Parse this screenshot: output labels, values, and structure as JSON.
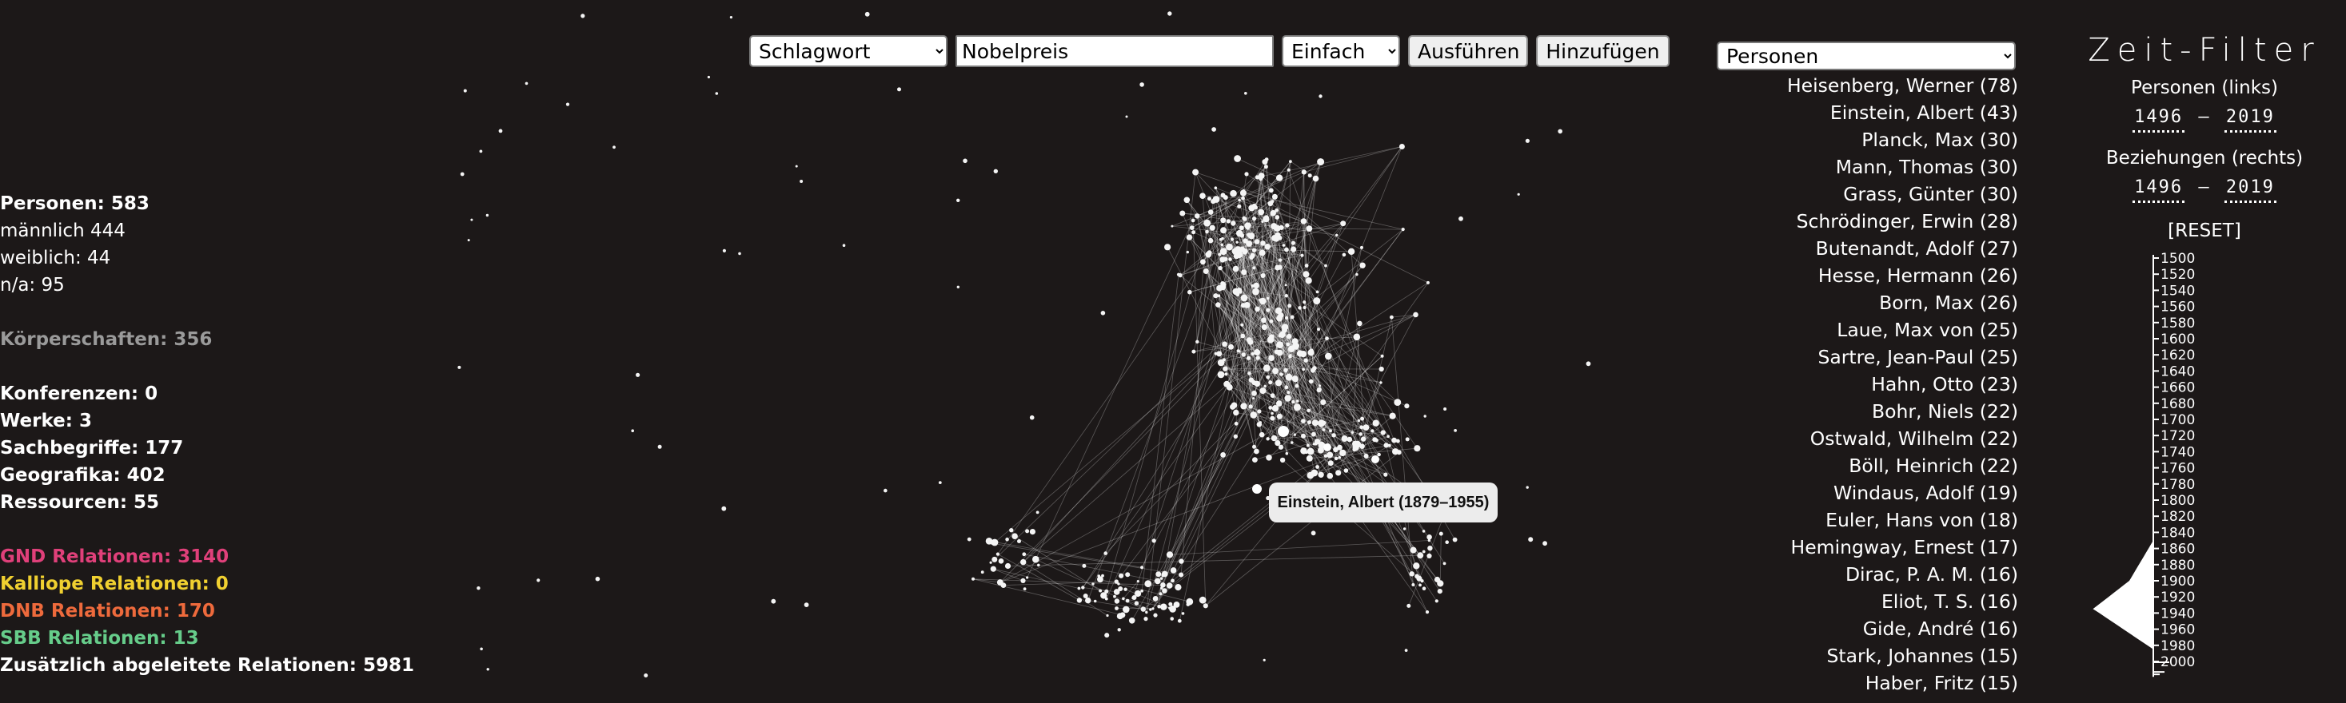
{
  "stats": {
    "personen": "Personen: 583",
    "maennlich": "männlich 444",
    "weiblich": "weiblich: 44",
    "na": "n/a: 95",
    "koerperschaften": "Körperschaften: 356",
    "konferenzen": "Konferenzen: 0",
    "werke": "Werke: 3",
    "sachbegriffe": "Sachbegriffe: 177",
    "geografika": "Geografika: 402",
    "ressourcen": "Ressourcen: 55",
    "gnd": "GND Relationen: 3140",
    "kalliope": "Kalliope Relationen: 0",
    "dnb": "DNB Relationen: 170",
    "sbb": "SBB Relationen: 13",
    "zusaetzlich": "Zusätzlich abgeleitete Relationen: 5981"
  },
  "colors": {
    "background": "#1c1818",
    "koerperschaften": "#9a9a9a",
    "gnd": "#e0407a",
    "kalliope": "#f0d030",
    "dnb": "#ee6a3c",
    "sbb": "#66cc8a"
  },
  "toolbar": {
    "field_select": "Schlagwort",
    "field_options": [
      "Schlagwort"
    ],
    "search_value": "Nobelpreis",
    "mode_select": "Einfach",
    "mode_options": [
      "Einfach"
    ],
    "run_button": "Ausführen",
    "add_button": "Hinzufügen"
  },
  "tooltip": "Einstein, Albert (1879–1955)",
  "list": {
    "type_select": "Personen",
    "type_options": [
      "Personen"
    ],
    "items": [
      "Heisenberg, Werner (78)",
      "Einstein, Albert (43)",
      "Planck, Max (30)",
      "Mann, Thomas (30)",
      "Grass, Günter (30)",
      "Schrödinger, Erwin (28)",
      "Butenandt, Adolf (27)",
      "Hesse, Hermann (26)",
      "Born, Max (26)",
      "Laue, Max von (25)",
      "Sartre, Jean-Paul (25)",
      "Hahn, Otto (23)",
      "Bohr, Niels (22)",
      "Ostwald, Wilhelm (22)",
      "Böll, Heinrich (22)",
      "Windaus, Adolf (19)",
      "Euler, Hans von (18)",
      "Hemingway, Ernest (17)",
      "Dirac, P. A. M. (16)",
      "Eliot, T. S. (16)",
      "Gide, André (16)",
      "Stark, Johannes (15)",
      "Haber, Fritz (15)"
    ]
  },
  "time_filter": {
    "title": "Zeit-Filter",
    "persons_label": "Personen (links)",
    "persons_from": "1496",
    "persons_sep": "–",
    "persons_to": "2019",
    "relations_label": "Beziehungen (rechts)",
    "relations_from": "1496",
    "relations_sep": "–",
    "relations_to": "2019",
    "reset": "[RESET]",
    "axis_years": [
      "1500",
      "1520",
      "1540",
      "1560",
      "1580",
      "1600",
      "1620",
      "1640",
      "1660",
      "1680",
      "1700",
      "1720",
      "1740",
      "1760",
      "1780",
      "1800",
      "1820",
      "1840",
      "1860",
      "1880",
      "1900",
      "1920",
      "1940",
      "1960",
      "1980",
      "2000"
    ]
  }
}
